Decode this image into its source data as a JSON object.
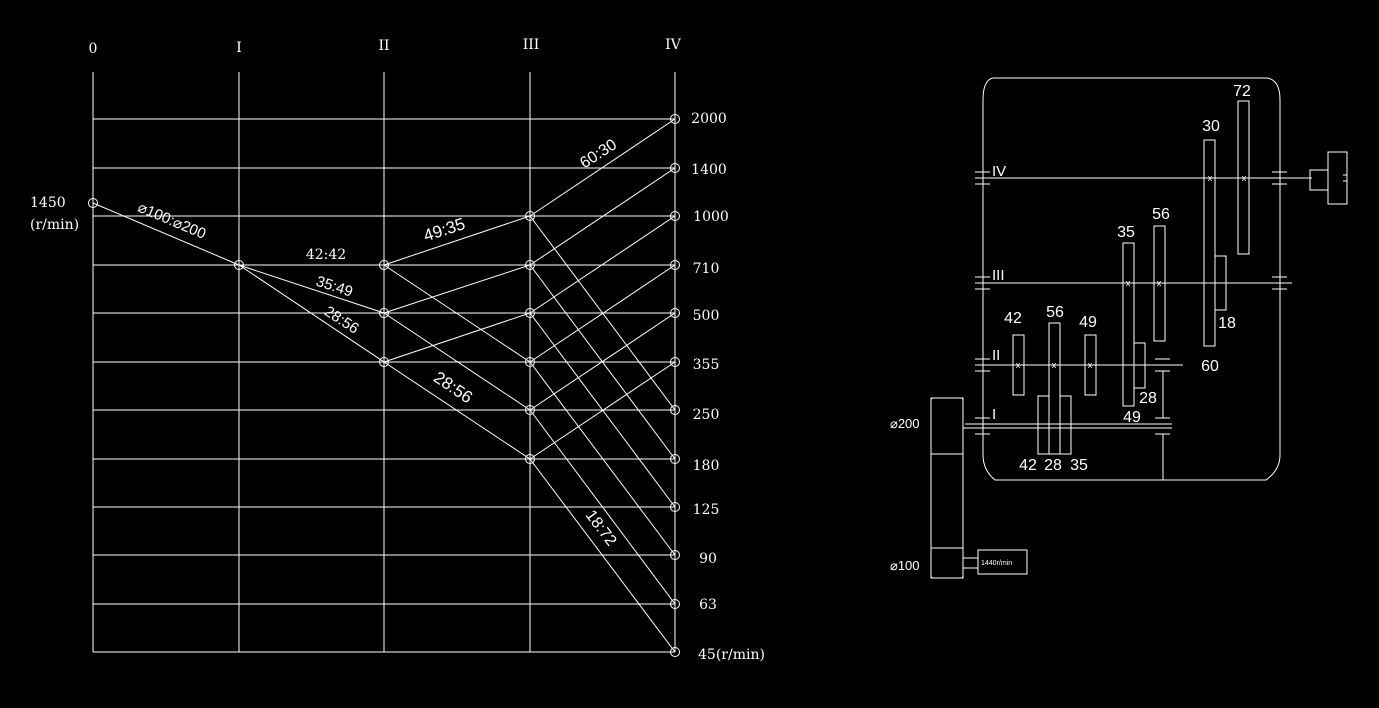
{
  "speed_chart": {
    "shaft_labels": [
      "0",
      "I",
      "II",
      "III",
      "IV"
    ],
    "input_speed": "1450",
    "input_unit": "(r/min)",
    "output_speeds": [
      "2000",
      "1400",
      "1000",
      "710",
      "500",
      "355",
      "250",
      "180",
      "125",
      "90",
      "63",
      "45"
    ],
    "output_unit": "(r/min)",
    "ratio_labels": {
      "pulley": "⌀100:⌀200",
      "g42_42": "42:42",
      "g35_49": "35:49",
      "g28_56_a": "28:56",
      "g49_35": "49:35",
      "g28_56_b": "28:56",
      "g60_30": "60:30",
      "g18_72": "18:72"
    }
  },
  "gearbox": {
    "shaft_labels": {
      "IV": "IV",
      "III": "III",
      "II": "II",
      "I": "I"
    },
    "gear_labels": {
      "t72": "72",
      "t30": "30",
      "t56_top": "56",
      "t35_top": "35",
      "t18": "18",
      "t60": "60",
      "t42_top": "42",
      "t56_mid": "56",
      "t49_top": "49",
      "t28_right": "28",
      "t49_bottom": "49",
      "t42_bottom": "42",
      "t28_bottom": "28",
      "t35_bottom": "35"
    },
    "pulley_large": "⌀200",
    "pulley_small": "⌀100",
    "motor_label": "1440r/min"
  },
  "colors": {
    "background": "#000000",
    "lines": "#ffffff"
  }
}
